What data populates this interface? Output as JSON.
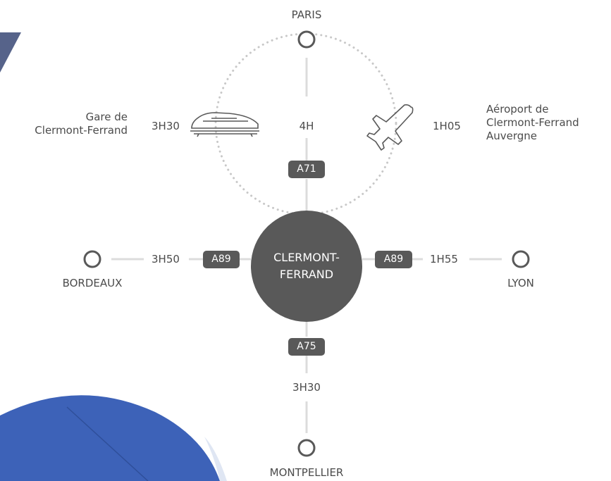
{
  "center": {
    "line1": "CLERMONT-",
    "line2": "FERRAND"
  },
  "cities": {
    "paris": "PARIS",
    "bordeaux": "BORDEAUX",
    "lyon": "LYON",
    "montpellier": "MONTPELLIER"
  },
  "durations": {
    "paris_road": "4H",
    "train": "3H30",
    "plane": "1H05",
    "bordeaux": "3H50",
    "lyon": "1H55",
    "montpellier": "3H30"
  },
  "roads": {
    "north": "A71",
    "west": "A89",
    "east": "A89",
    "south": "A75"
  },
  "stations": {
    "train": {
      "line1": "Gare de",
      "line2": "Clermont-Ferrand"
    },
    "airport": {
      "line1": "Aéroport de",
      "line2": "Clermont-Ferrand",
      "line3": "Auvergne"
    }
  },
  "icons": {
    "city": "ring-icon",
    "train": "train-icon",
    "plane": "airplane-icon"
  },
  "colors": {
    "dark": "#595959",
    "line": "#dcdcdc",
    "dots": "#c8c8c8",
    "blue": "#3d62b8",
    "slate": "#56638a"
  }
}
